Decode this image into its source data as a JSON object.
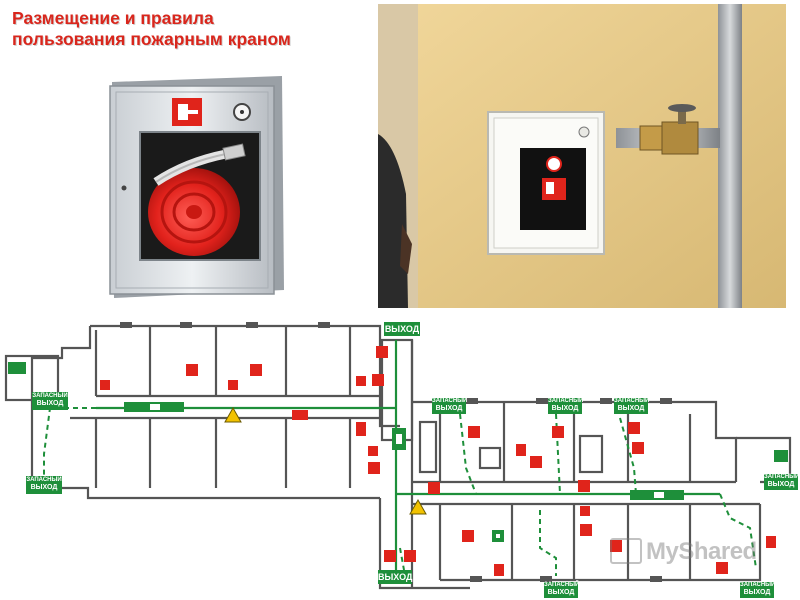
{
  "header": {
    "title_line1": "Размещение и правила",
    "title_line2": "пользования пожарным краном"
  },
  "plan": {
    "exit_label": "ВЫХОД",
    "spare_exit_top": "ЗАПАСНЫЙ",
    "spare_exit_bottom": "ВЫХОД"
  },
  "watermark": {
    "text": "MyShared"
  },
  "colors": {
    "title": "#d9261c",
    "exit_green": "#1e8f3a",
    "fire_red": "#e0241b",
    "wall": "#555555",
    "warning_yellow": "#f2c200"
  }
}
